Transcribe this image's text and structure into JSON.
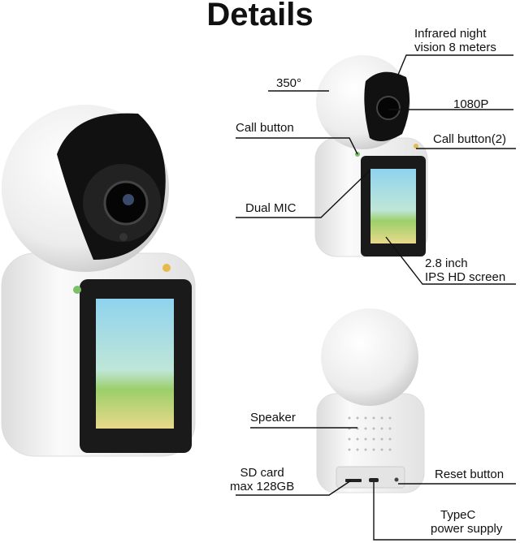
{
  "title": "Details",
  "labels": {
    "infrared": [
      "Infrared night",
      "vision 8 meters"
    ],
    "rotation": "350°",
    "resolution": "1080P",
    "call_button": "Call button",
    "call_button_2": "Call button(2)",
    "dual_mic": "Dual MIC",
    "screen": [
      "2.8 inch",
      "IPS HD screen"
    ],
    "speaker": "Speaker",
    "sd_card": [
      "SD card",
      "max 128GB"
    ],
    "reset_button": "Reset button",
    "typec": [
      "TypeC",
      "power supply"
    ]
  },
  "colors": {
    "body": "#f4f4f4",
    "screen_bezel": "#1a1a1a",
    "lens": "#0c0c0c",
    "sky": "#8fd3ee",
    "grass": "#e9d98a"
  }
}
